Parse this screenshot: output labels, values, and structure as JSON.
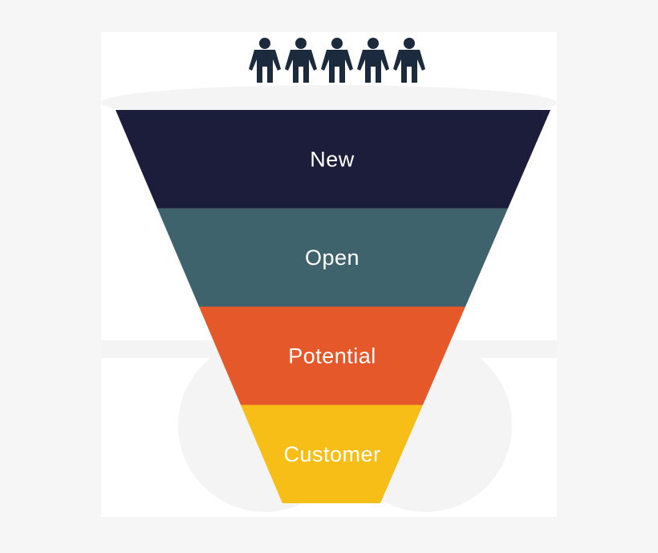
{
  "funnel": {
    "stages": [
      {
        "label": "New",
        "color": "#1b1d3b"
      },
      {
        "label": "Open",
        "color": "#3f636d"
      },
      {
        "label": "Potential",
        "color": "#e5582a"
      },
      {
        "label": "Customer",
        "color": "#f7be18"
      }
    ]
  },
  "people": {
    "icon": "person-icon",
    "count": 5,
    "color": "#1b2a3c"
  },
  "colors": {
    "outer_background": "#f6f6f6",
    "panel_background": "#ffffff",
    "label_text": "#ffffff"
  }
}
